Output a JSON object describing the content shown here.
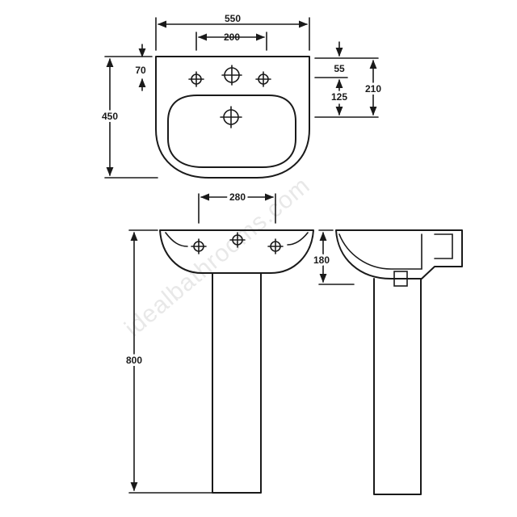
{
  "dimensions": {
    "top_width": "550",
    "tap_hole_centres": "200",
    "back_to_tap": "70",
    "depth": "450",
    "rim_top": "55",
    "rim_to_waste": "125",
    "side_height": "210",
    "front_tap_centres": "280",
    "basin_height": "180",
    "overall_height": "800"
  },
  "watermark": "idealbathrooms.com",
  "colors": {
    "line": "#1a1a1a",
    "background": "#ffffff",
    "watermark": "#d6d6d6"
  }
}
